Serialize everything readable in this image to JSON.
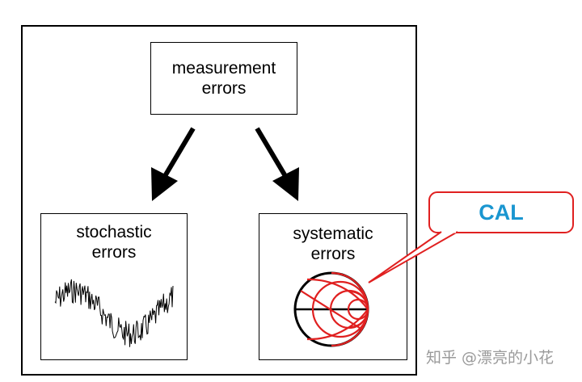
{
  "boxes": {
    "measurement": {
      "line1": "measurement",
      "line2": "errors"
    },
    "stochastic": {
      "line1": "stochastic",
      "line2": "errors"
    },
    "systematic": {
      "line1": "systematic",
      "line2": "errors"
    }
  },
  "callout": {
    "label": "CAL",
    "text_color": "#1a96d0",
    "border_color": "#e02020"
  },
  "smith_chart_color": "#e02020",
  "watermark": "知乎 @漂亮的小花"
}
